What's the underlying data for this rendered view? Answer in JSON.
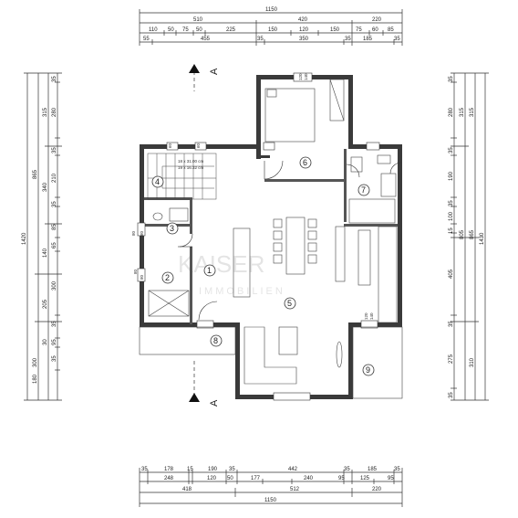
{
  "dims": {
    "top": {
      "total": "1150",
      "row2": [
        "510",
        "420",
        "220"
      ],
      "row3": [
        "110",
        "50",
        "75",
        "50",
        "225",
        "150",
        "120",
        "150",
        "75",
        "60",
        "85"
      ],
      "row4": [
        "55",
        "455",
        "35",
        "350",
        "35",
        "185",
        "35"
      ]
    },
    "bottom": {
      "row1": [
        "35",
        "178",
        "15",
        "190",
        "35",
        "442",
        "35",
        "185",
        "35"
      ],
      "row2": [
        "248",
        "120",
        "50",
        "177",
        "240",
        "95",
        "125",
        "95"
      ],
      "row3": [
        "418",
        "512",
        "220"
      ],
      "total": "1150"
    },
    "left": {
      "total": "1420",
      "col2": [
        "865",
        "300",
        "180"
      ],
      "col3": [
        "315",
        "340",
        "140",
        "205",
        "30"
      ],
      "col4": [
        "35",
        "280",
        "35",
        "210",
        "35",
        "85",
        "65",
        "300",
        "35",
        "95",
        "35"
      ]
    },
    "right": {
      "total": "1430",
      "col2": [
        "315",
        "865",
        "310"
      ],
      "col3": [
        "315",
        "805"
      ],
      "col4": [
        "35",
        "280",
        "35",
        "190",
        "35",
        "100",
        "15",
        "405",
        "35",
        "275",
        "35"
      ]
    }
  },
  "rooms": [
    "1",
    "2",
    "3",
    "4",
    "5",
    "6",
    "7",
    "8",
    "9"
  ],
  "section_marker": "A",
  "window_labels": [
    "80",
    "80",
    "80",
    "80",
    "120",
    "140",
    "120",
    "140",
    "60",
    "60"
  ],
  "stair_note": [
    "18 x 31.00 cm",
    "19 x 16.32 cm"
  ],
  "watermark": [
    "KAISER",
    "IMMOBILIEN"
  ]
}
